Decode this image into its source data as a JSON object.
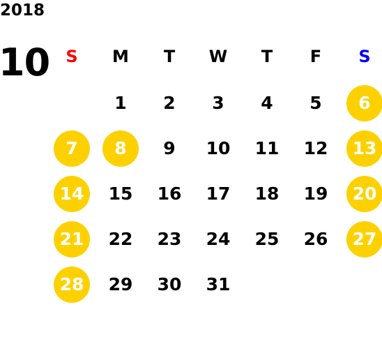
{
  "year": "2018",
  "month": "10",
  "weekday_headers": [
    {
      "label": "S",
      "color": "#ff0000"
    },
    {
      "label": "M",
      "color": "#000000"
    },
    {
      "label": "T",
      "color": "#000000"
    },
    {
      "label": "W",
      "color": "#000000"
    },
    {
      "label": "T",
      "color": "#000000"
    },
    {
      "label": "F",
      "color": "#000000"
    },
    {
      "label": "S",
      "color": "#0000ff"
    }
  ],
  "highlight_color": "#fdd100",
  "weeks": [
    [
      null,
      "1",
      "2",
      "3",
      "4",
      "5",
      "6"
    ],
    [
      "7",
      "8",
      "9",
      "10",
      "11",
      "12",
      "13"
    ],
    [
      "14",
      "15",
      "16",
      "17",
      "18",
      "19",
      "20"
    ],
    [
      "21",
      "22",
      "23",
      "24",
      "25",
      "26",
      "27"
    ],
    [
      "28",
      "29",
      "30",
      "31",
      null,
      null,
      null
    ]
  ],
  "highlighted_days": [
    "6",
    "7",
    "8",
    "13",
    "14",
    "20",
    "21",
    "27",
    "28"
  ]
}
